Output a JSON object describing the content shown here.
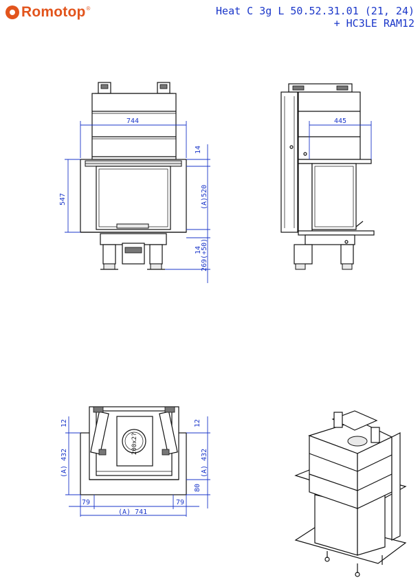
{
  "header": {
    "brand": "Romotop",
    "brand_mark": "®",
    "title_line1": "Heat C 3g L 50.52.31.01 (21, 24)",
    "title_line2": "+ HC3LE RAM12",
    "brand_color": "#e2541c",
    "dimension_color": "#1a36c9"
  },
  "front_view": {
    "width_label": "744",
    "height_label": "547",
    "top_gap_label": "14",
    "opening_height_label": "(A)520",
    "bottom_gap_label": "14",
    "base_height_label": "269(+50)"
  },
  "side_view": {
    "depth_label": "445"
  },
  "top_view": {
    "left_gap_label": "12",
    "right_gap_label": "12",
    "left_depth_label": "(A) 432",
    "right_depth_label": "(A) 432",
    "side_label_left": "79",
    "side_label_right": "79",
    "front_depth_label": "80",
    "total_width_label": "(A) 741",
    "flue_label": "200x2?"
  },
  "iso_view": {
    "icon": "fireplace-isometric-icon"
  }
}
